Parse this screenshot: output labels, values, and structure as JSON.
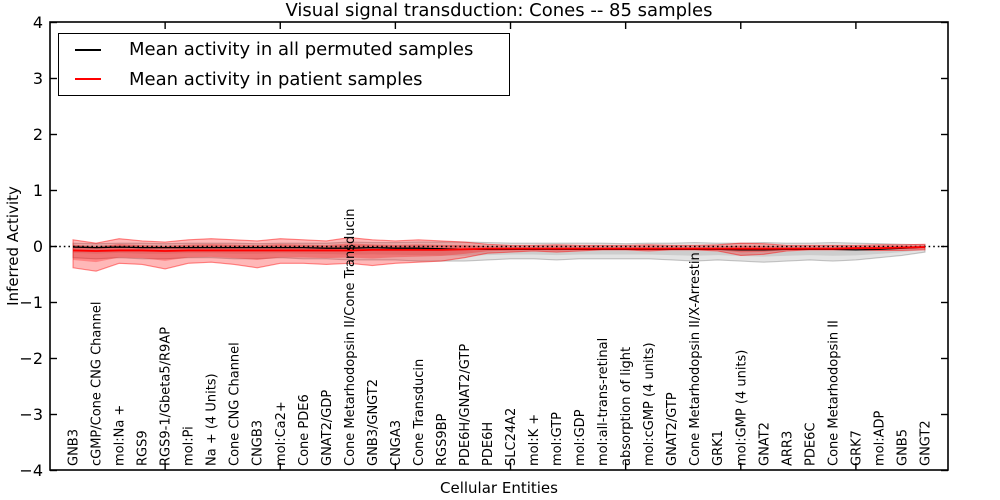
{
  "title": "Visual signal transduction: Cones -- 85 samples",
  "axes": {
    "ylabel": "Inferred Activity",
    "xlabel": "Cellular Entities",
    "ytick_labels": [
      "4",
      "3",
      "2",
      "1",
      "0",
      "−1",
      "−2",
      "−3",
      "−4"
    ],
    "ytick_values": [
      4,
      3,
      2,
      1,
      0,
      -1,
      -2,
      -3,
      -4
    ]
  },
  "legend": {
    "items": [
      {
        "label": "Mean activity in all permuted samples",
        "color": "#000000"
      },
      {
        "label": "Mean activity in patient samples",
        "color": "#ff0000"
      }
    ]
  },
  "colors": {
    "permuted_line": "#000000",
    "patient_line": "#ff0000",
    "permuted_band_fill": "rgba(128,128,128,0.22)",
    "permuted_band_edge": "rgba(100,100,100,0.35)",
    "patient_band_fill": "rgba(255,0,0,0.28)",
    "patient_band_edge": "rgba(255,0,0,0.45)",
    "zero_line": "#000000",
    "frame": "#000000"
  },
  "chart_data": {
    "type": "line",
    "title": "Visual signal transduction: Cones -- 85 samples",
    "xlabel": "Cellular Entities",
    "ylabel": "Inferred Activity",
    "ylim": [
      -4,
      4
    ],
    "xlim": [
      0,
      39
    ],
    "grid": false,
    "legend_position": "upper left",
    "zero_reference_line": 0,
    "x_major_tick_positions": [
      5,
      10,
      15,
      20,
      25,
      30,
      35
    ],
    "categories": [
      "GNB3",
      "cGMP/Cone CNG Channel",
      "mol:Na +",
      "RGS9",
      "RGS9-1/Gbeta5/R9AP",
      "mol:Pi",
      "Na + (4 Units)",
      "Cone CNG Channel",
      "CNGB3",
      "mol:Ca2+",
      "Cone PDE6",
      "GNAT2/GDP",
      "Cone Metarhodopsin II/Cone Transducin",
      "GNB3/GNGT2",
      "CNGA3",
      "Cone Transducin",
      "RGS9BP",
      "PDE6H/GNAT2/GTP",
      "PDE6H",
      "SLC24A2",
      "mol:K +",
      "mol:GTP",
      "mol:GDP",
      "mol:all-trans-retinal",
      "absorption of light",
      "mol:cGMP (4 units)",
      "GNAT2/GTP",
      "Cone Metarhodopsin II/X-Arrestin",
      "GRK1",
      "mol:GMP (4 units)",
      "GNAT2",
      "ARR3",
      "PDE6C",
      "Cone Metarhodopsin II",
      "GRK7",
      "mol:ADP",
      "GNB5",
      "GNGT2"
    ],
    "series": [
      {
        "name": "Mean activity in all permuted samples",
        "color": "#000000",
        "values": [
          -0.01,
          -0.02,
          -0.01,
          -0.02,
          -0.02,
          -0.02,
          -0.02,
          -0.02,
          -0.02,
          -0.02,
          -0.02,
          -0.03,
          -0.03,
          -0.02,
          -0.03,
          -0.03,
          -0.04,
          -0.05,
          -0.05,
          -0.05,
          -0.05,
          -0.05,
          -0.05,
          -0.05,
          -0.05,
          -0.05,
          -0.05,
          -0.05,
          -0.05,
          -0.06,
          -0.06,
          -0.05,
          -0.05,
          -0.05,
          -0.06,
          -0.05,
          -0.03,
          -0.01
        ]
      },
      {
        "name": "Mean activity in patient samples",
        "color": "#ff0000",
        "values": [
          -0.07,
          -0.08,
          -0.07,
          -0.07,
          -0.08,
          -0.07,
          -0.07,
          -0.07,
          -0.07,
          -0.07,
          -0.07,
          -0.07,
          -0.07,
          -0.06,
          -0.06,
          -0.06,
          -0.06,
          -0.05,
          -0.04,
          -0.04,
          -0.04,
          -0.04,
          -0.04,
          -0.04,
          -0.04,
          -0.04,
          -0.04,
          -0.04,
          -0.04,
          -0.04,
          -0.04,
          -0.04,
          -0.04,
          -0.04,
          -0.03,
          -0.03,
          -0.02,
          -0.01
        ]
      }
    ],
    "bands": [
      {
        "name": "Permuted samples spread",
        "upper": [
          0.06,
          0.05,
          0.06,
          0.06,
          0.05,
          0.06,
          0.06,
          0.06,
          0.05,
          0.06,
          0.06,
          0.06,
          0.08,
          0.07,
          0.07,
          0.08,
          0.08,
          0.08,
          0.07,
          0.06,
          0.06,
          0.06,
          0.06,
          0.06,
          0.05,
          0.06,
          0.06,
          0.07,
          0.06,
          0.06,
          0.07,
          0.06,
          0.06,
          0.07,
          0.06,
          0.05,
          0.04,
          0.03
        ],
        "lower": [
          -0.2,
          -0.22,
          -0.2,
          -0.22,
          -0.22,
          -0.2,
          -0.2,
          -0.22,
          -0.22,
          -0.2,
          -0.22,
          -0.22,
          -0.24,
          -0.24,
          -0.24,
          -0.26,
          -0.26,
          -0.26,
          -0.24,
          -0.22,
          -0.22,
          -0.24,
          -0.22,
          -0.22,
          -0.22,
          -0.22,
          -0.24,
          -0.26,
          -0.24,
          -0.26,
          -0.28,
          -0.26,
          -0.24,
          -0.26,
          -0.24,
          -0.2,
          -0.16,
          -0.1
        ],
        "mean_ref": 0
      },
      {
        "name": "Patient samples spread",
        "upper": [
          0.12,
          0.06,
          0.14,
          0.1,
          0.08,
          0.12,
          0.14,
          0.12,
          0.1,
          0.14,
          0.12,
          0.1,
          0.16,
          0.12,
          0.1,
          0.12,
          0.1,
          0.08,
          0.04,
          0.02,
          0.02,
          0.03,
          0.02,
          0.02,
          0.02,
          0.03,
          0.02,
          0.02,
          0.03,
          0.06,
          0.05,
          0.02,
          0.02,
          0.02,
          0.02,
          0.03,
          0.03,
          0.04
        ],
        "lower": [
          -0.38,
          -0.44,
          -0.3,
          -0.32,
          -0.4,
          -0.3,
          -0.28,
          -0.32,
          -0.38,
          -0.3,
          -0.3,
          -0.32,
          -0.3,
          -0.34,
          -0.3,
          -0.28,
          -0.26,
          -0.2,
          -0.12,
          -0.1,
          -0.08,
          -0.1,
          -0.08,
          -0.06,
          -0.06,
          -0.08,
          -0.06,
          -0.06,
          -0.08,
          -0.16,
          -0.14,
          -0.08,
          -0.06,
          -0.06,
          -0.06,
          -0.07,
          -0.07,
          -0.06
        ],
        "mean_ref": 1
      }
    ]
  }
}
